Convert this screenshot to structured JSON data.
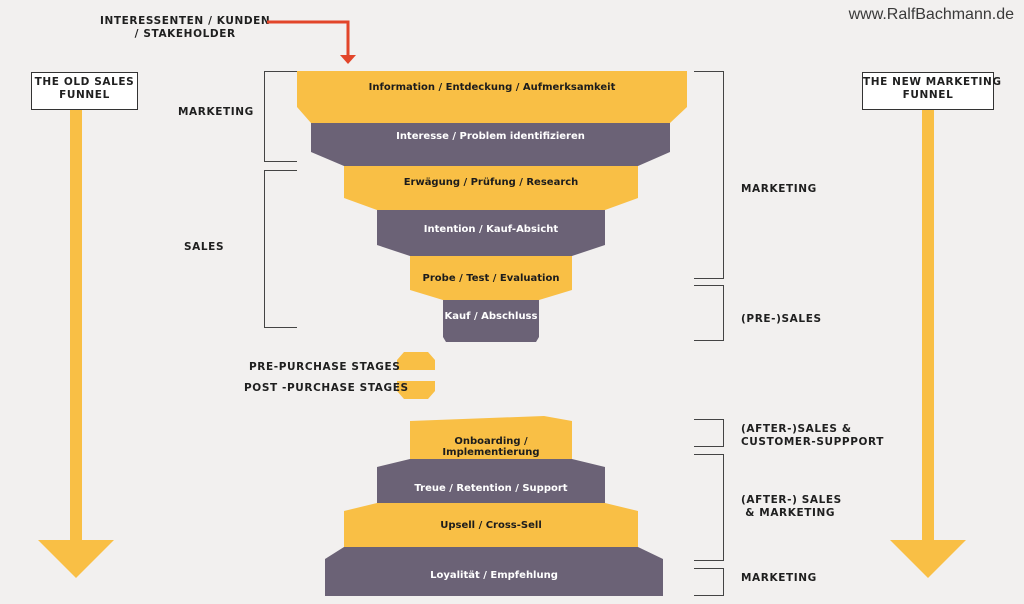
{
  "website": "www.RalfBachmann.de",
  "entry_label": "INTERESSENTEN / KUNDEN\n/ STAKEHOLDER",
  "left_box": "THE OLD SALES\nFUNNEL",
  "right_box": "THE NEW MARKETING\nFUNNEL",
  "left_groups": {
    "marketing": "MARKETING",
    "sales": "SALES"
  },
  "right_groups": {
    "marketing": "MARKETING",
    "presales": "(PRE-)SALES",
    "after_support": "(AFTER-)SALES &\nCUSTOMER-SUPPPORT",
    "after_marketing": "(AFTER-) SALES\n & MARKETING",
    "marketing_bottom": "MARKETING"
  },
  "divider": {
    "pre": "PRE-PURCHASE STAGES",
    "post": "POST -PURCHASE STAGES"
  },
  "funnel_stages": [
    "Information / Entdeckung / Aufmerksamkeit",
    "Interesse / Problem identifizieren",
    "Erwägung / Prüfung / Research",
    "Intention / Kauf-Absicht",
    "Probe / Test / Evaluation",
    "Kauf / Abschluss"
  ],
  "post_stages": [
    "Onboarding / Implementierung",
    "Treue / Retention / Support",
    "Upsell / Cross-Sell",
    "Loyalität / Empfehlung"
  ],
  "colors": {
    "orange": "#f9bf45",
    "purple": "#6b6276",
    "red_arrow": "#e2452a"
  }
}
